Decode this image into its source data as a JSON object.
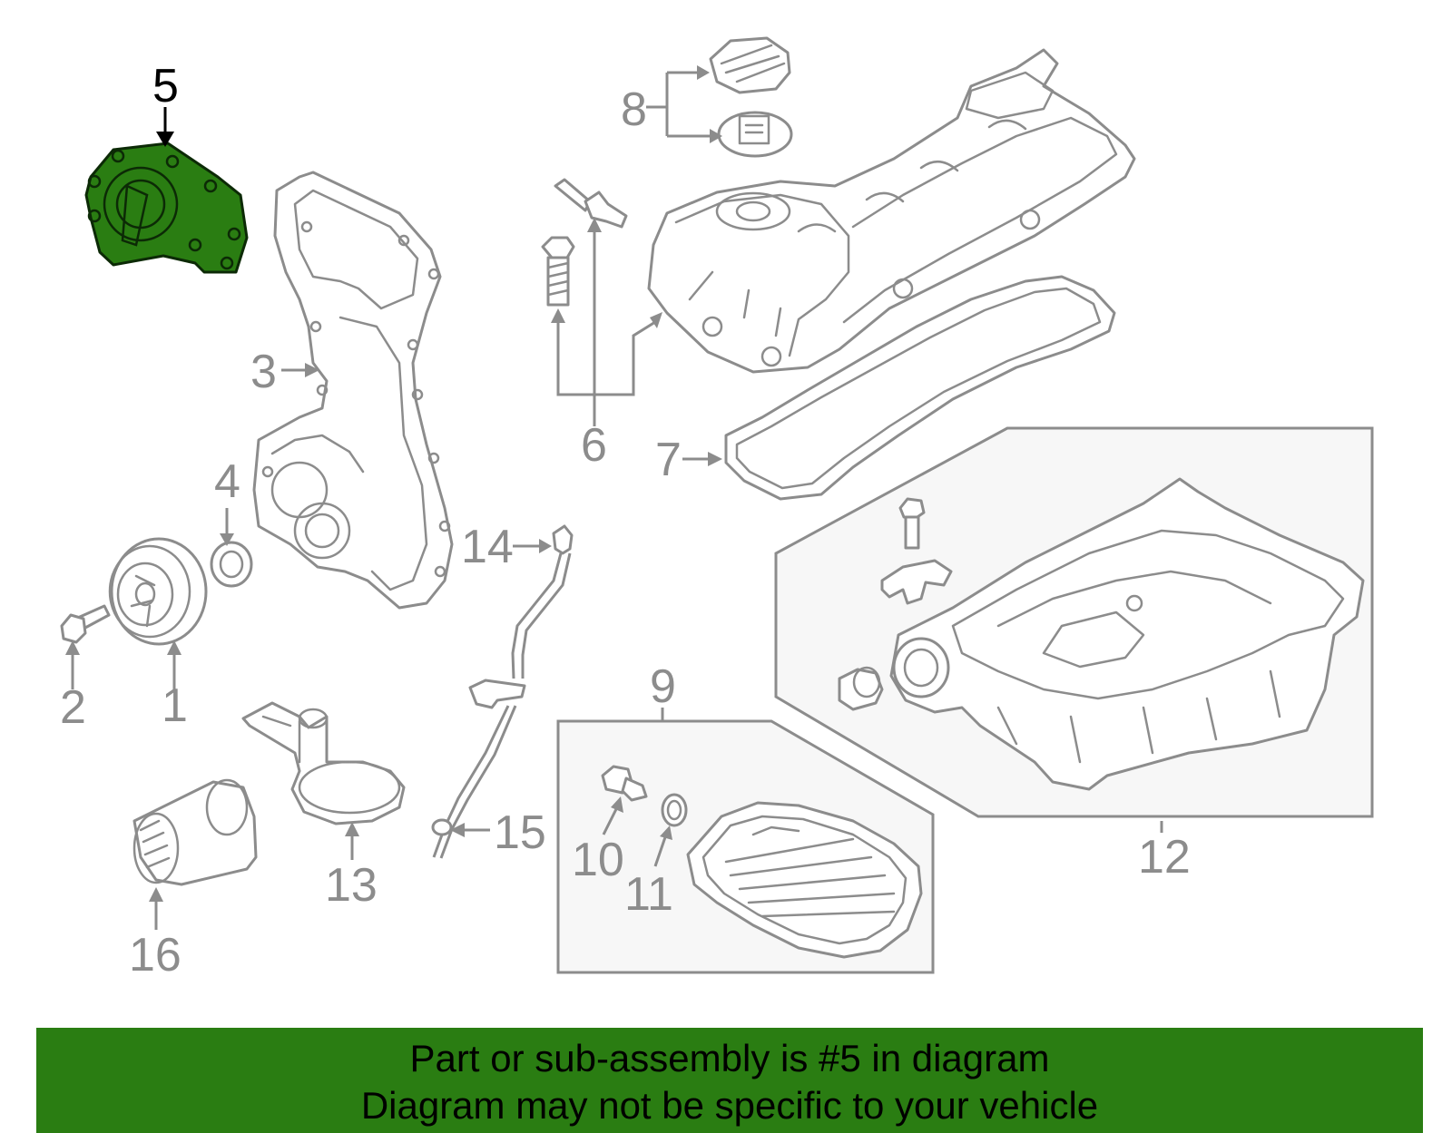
{
  "diagram": {
    "highlight_color": "#2a7d12",
    "line_color": "#8c8c8c",
    "callouts": {
      "c1": "1",
      "c2": "2",
      "c3": "3",
      "c4": "4",
      "c5": "5",
      "c6": "6",
      "c7": "7",
      "c8": "8",
      "c9": "9",
      "c10": "10",
      "c11": "11",
      "c12": "12",
      "c13": "13",
      "c14": "14",
      "c15": "15",
      "c16": "16"
    },
    "highlighted_part": "5"
  },
  "banner": {
    "background": "#2a7d12",
    "line1": "Part or sub-assembly is #5 in diagram",
    "line2": "Diagram may not be specific to your vehicle"
  }
}
